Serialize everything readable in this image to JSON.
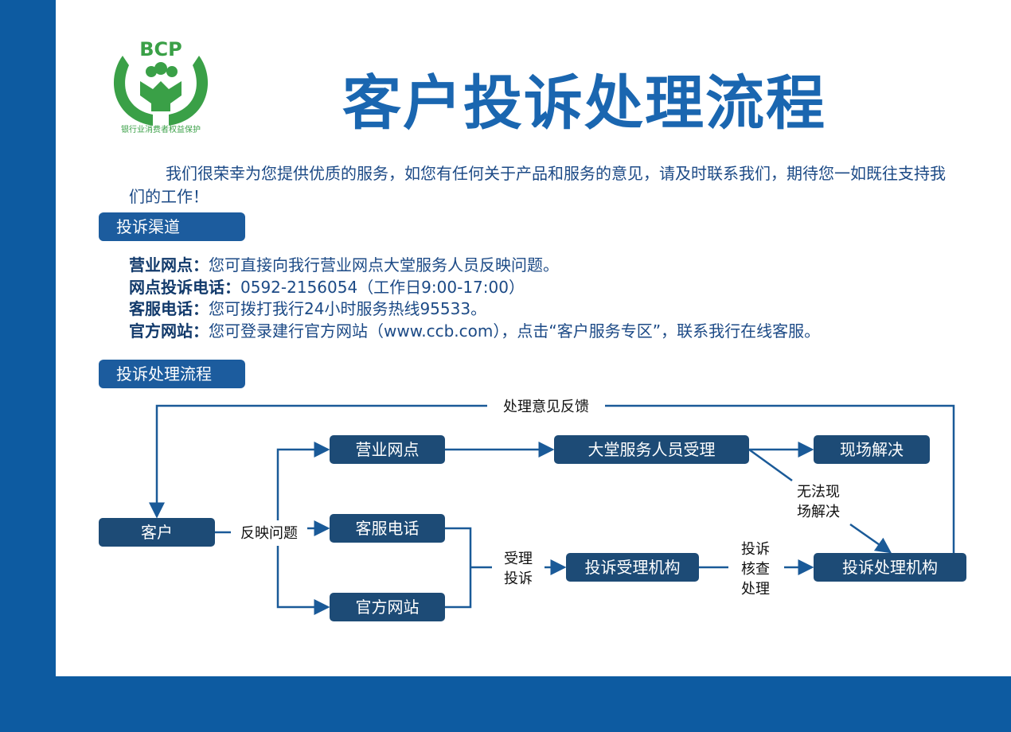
{
  "title": "客户投诉处理流程",
  "logo": {
    "text": "BCP",
    "caption": "银行业消费者权益保护"
  },
  "intro": "我们很荣幸为您提供优质的服务，如您有任何关于产品和服务的意见，请及时联系我们，期待您一如既往支持我们的工作！",
  "sections": {
    "channels": "投诉渠道",
    "process": "投诉处理流程"
  },
  "channels": [
    {
      "label": "营业网点：",
      "text": "您可直接向我行营业网点大堂服务人员反映问题。"
    },
    {
      "label": "网点投诉电话：",
      "text": "0592-2156054（工作日9:00-17:00）"
    },
    {
      "label": "客服电话：",
      "text": "您可拨打我行24小时服务热线95533。"
    },
    {
      "label": "官方网站：",
      "text": "您可登录建行官方网站（www.ccb.com），点击“客户服务专区”，联系我行在线客服。"
    }
  ],
  "flow": {
    "nodes": {
      "customer": "客户",
      "branch": "营业网点",
      "hotline": "客服电话",
      "website": "官方网站",
      "lobby": "大堂服务人员受理",
      "onsite": "现场解决",
      "accept_org": "投诉受理机构",
      "handle_org": "投诉处理机构"
    },
    "edges": {
      "feedback": "处理意见反馈",
      "report": "反映问题",
      "accept": "受理\n投诉",
      "verify": "投诉\n核查\n处理",
      "unresolved": "无法现\n场解决"
    }
  },
  "colors": {
    "frame": "#0d5ba1",
    "box": "#1d4b76",
    "title": "#1a66b0",
    "logo": "#3aa047"
  }
}
